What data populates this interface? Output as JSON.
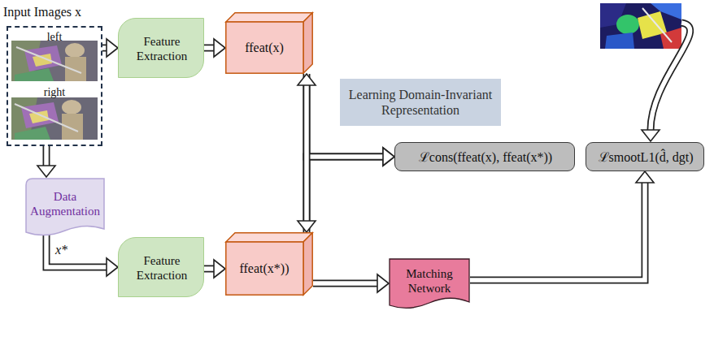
{
  "diagram": {
    "nodes": [
      {
        "text": [
          "Input Images x",
          "left",
          "right"
        ]
      },
      {
        "text": [
          "Feature Extraction"
        ]
      },
      {
        "text": [
          "ffeat(x)"
        ]
      },
      {
        "text": [
          "Learning Domain-Invariant Representation"
        ]
      },
      {
        "text": [
          "ℒcons(ffeat(x), ffeat(x*))"
        ]
      },
      {
        "text": [
          "ℒsmootL1(d̂, dgt)"
        ]
      },
      {
        "text": [
          "Data Augmentation"
        ]
      },
      {
        "text": [
          "Feature Extraction"
        ]
      },
      {
        "text": [
          "ffeat(x*))"
        ]
      },
      {
        "text": [
          "Matching Network"
        ]
      }
    ],
    "edges": [
      {
        "from": 0,
        "to": 1,
        "arrow": "to"
      },
      {
        "from": 1,
        "to": 2,
        "arrow": "to"
      },
      {
        "from": 0,
        "to": 6,
        "arrow": "to"
      },
      {
        "from": 6,
        "to": 7,
        "arrow": "to",
        "label": "x*"
      },
      {
        "from": 7,
        "to": 8,
        "arrow": "to"
      },
      {
        "from": 2,
        "to": 8,
        "arrow": "both"
      },
      {
        "from": 2,
        "to": 4,
        "arrow": "to"
      },
      {
        "from": 8,
        "to": 4,
        "arrow": "to"
      },
      {
        "from": 8,
        "to": 9,
        "arrow": "to"
      },
      {
        "from": 9,
        "to": 5,
        "arrow": "to"
      }
    ]
  }
}
